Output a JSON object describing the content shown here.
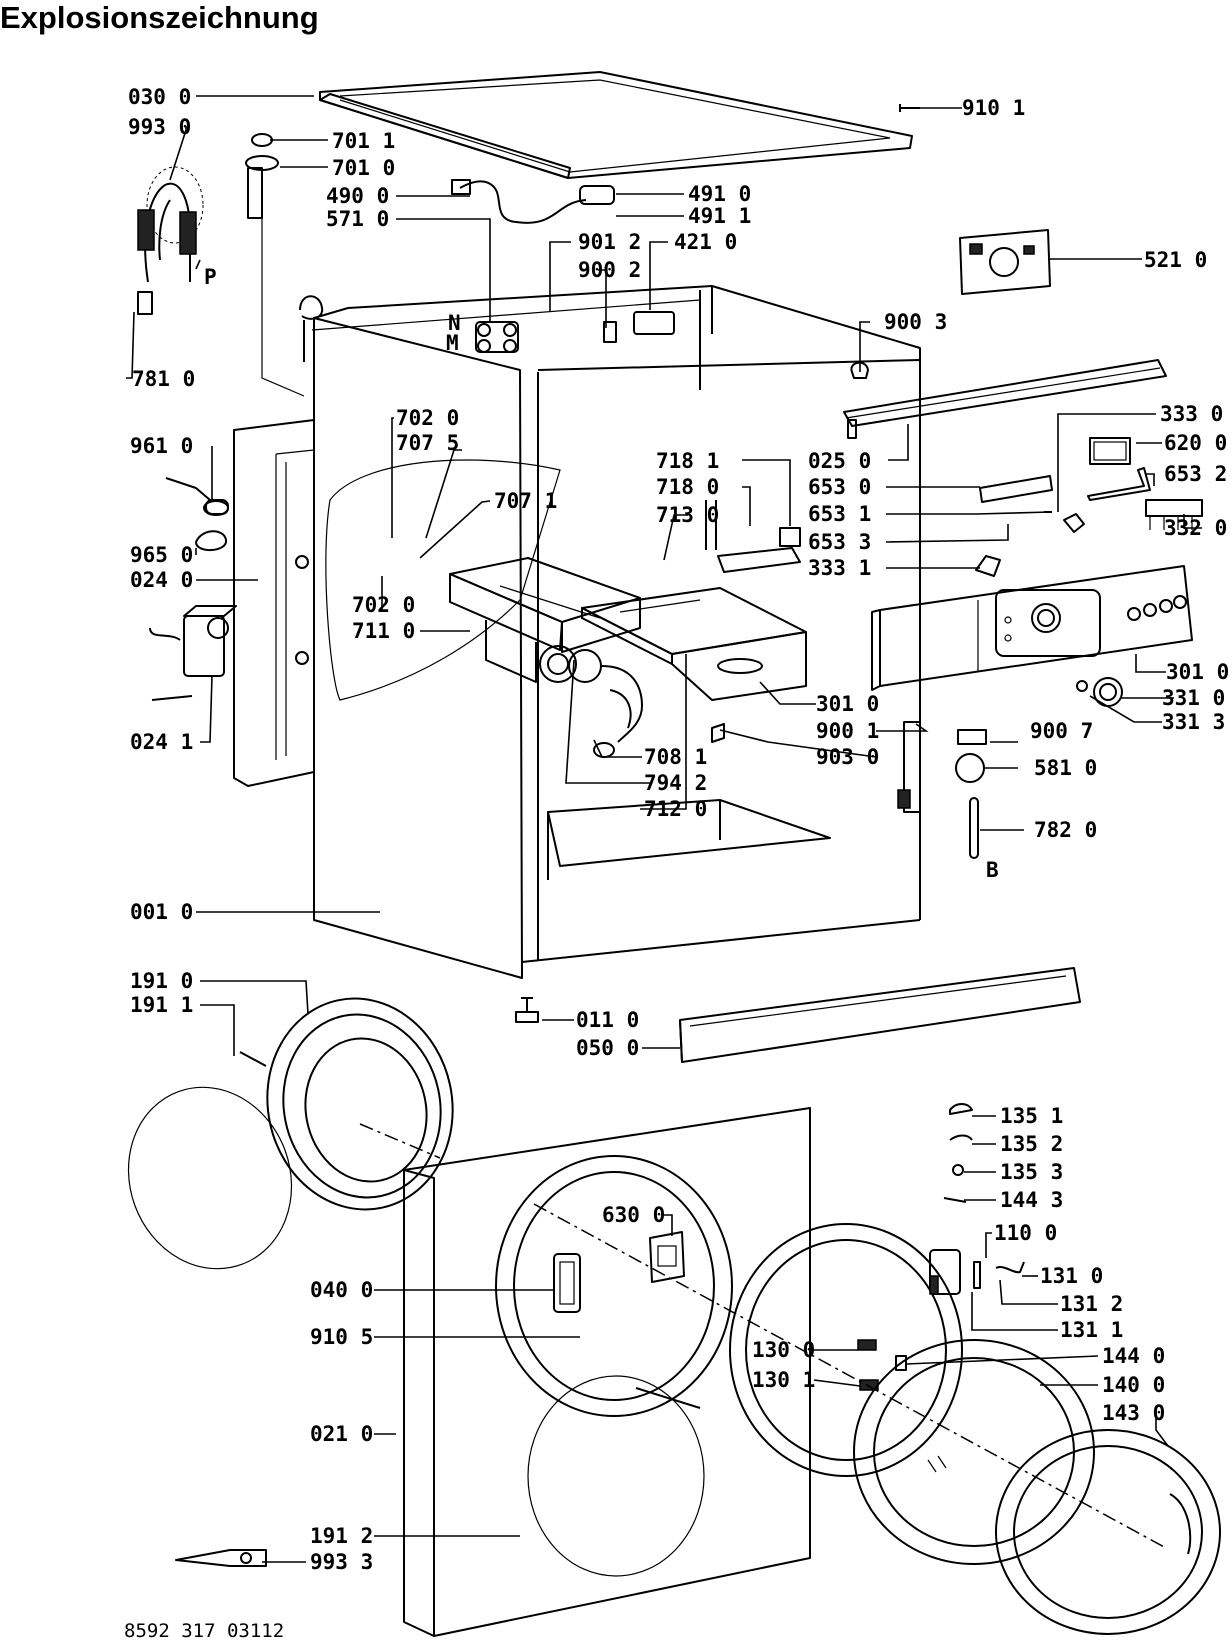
{
  "title": "Explosionszeichnung",
  "document_number": "8592 317 03112",
  "part_labels": [
    "030 0",
    "993 0",
    "701 1",
    "701 0",
    "490 0",
    "571 0",
    "491 0",
    "491 1",
    "901 2",
    "900 2",
    "421 0",
    "910 1",
    "521 0",
    "P",
    "781 0",
    "N",
    "M",
    "900 3",
    "702 0",
    "707 5",
    "961 0",
    "707 1",
    "718 1",
    "718 0",
    "713 0",
    "025 0",
    "333 0",
    "620 0",
    "653 2",
    "653 0",
    "332 0",
    "653 1",
    "653 3",
    "333 1",
    "965 0",
    "024 0",
    "702 0",
    "711 0",
    "301 0",
    "331 0",
    "024 1",
    "301 0",
    "331 3",
    "900 1",
    "900 7",
    "708 1",
    "903 0",
    "794 2",
    "581 0",
    "712 0",
    "782 0",
    "B",
    "001 0",
    "191 0",
    "191 1",
    "011 0",
    "050 0",
    "135 1",
    "135 2",
    "135 3",
    "144 3",
    "630 0",
    "110 0",
    "040 0",
    "131 0",
    "131 2",
    "131 1",
    "910 5",
    "130 0",
    "144 0",
    "130 1",
    "140 0",
    "143 0",
    "021 0",
    "191 2",
    "993 3"
  ]
}
